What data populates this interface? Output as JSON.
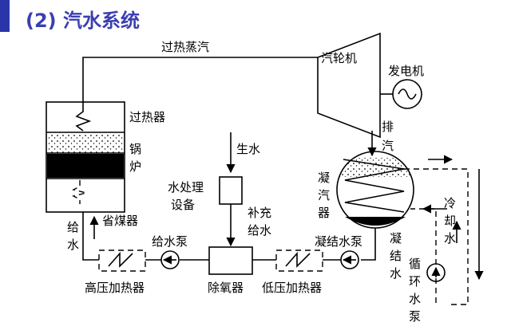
{
  "title": "(2) 汽水系统",
  "labels": {
    "superheated_steam": "过热蒸汽",
    "turbine": "汽轮机",
    "generator": "发电机",
    "superheater": "过热器",
    "boiler_1": "锅",
    "boiler_2": "炉",
    "economizer": "省煤器",
    "exhaust_1": "排",
    "exhaust_2": "汽",
    "raw_water": "生水",
    "water_treatment_1": "水处理",
    "water_treatment_2": "设备",
    "makeup_water_1": "补充",
    "makeup_water_2": "给水",
    "condenser_1": "凝",
    "condenser_2": "汽",
    "condenser_3": "器",
    "cooling_water_1": "冷",
    "cooling_water_2": "却",
    "cooling_water_3": "水",
    "feed_water_1": "给",
    "feed_water_2": "水",
    "feed_pump": "给水泵",
    "condensate_pump": "凝结水泵",
    "condensate_1": "凝",
    "condensate_2": "结",
    "condensate_3": "水",
    "hp_heater": "高压加热器",
    "deaerator": "除氧器",
    "lp_heater": "低压加热器",
    "circ_pump_1": "循",
    "circ_pump_2": "环",
    "circ_pump_3": "水",
    "circ_pump_4": "泵"
  }
}
